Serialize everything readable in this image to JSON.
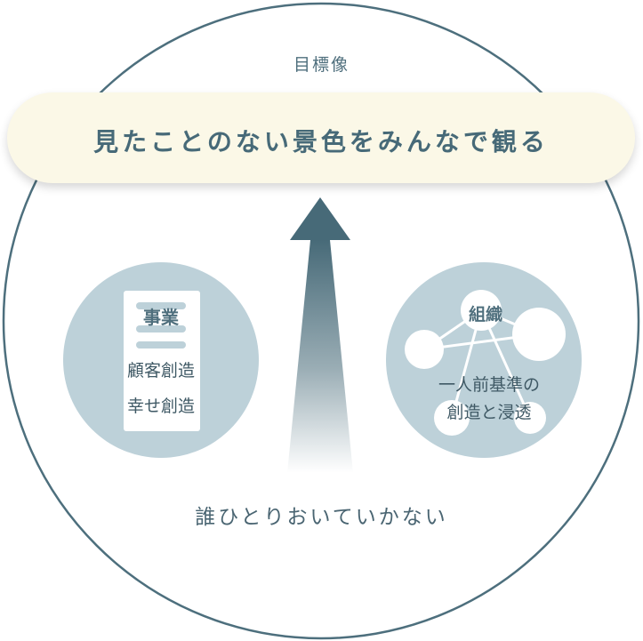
{
  "diagram": {
    "target_label": "目標像",
    "banner_text": "見たことのない景色をみんなで観る",
    "business": {
      "title": "事業",
      "lines": [
        "顧客創造",
        "幸せ創造"
      ]
    },
    "organization": {
      "title": "組織",
      "lines": [
        "一人前基準の",
        "創造と浸透"
      ]
    },
    "bottom_text": "誰ひとりおいていかない"
  },
  "colors": {
    "outer_circle_stroke": "#4d6f7d",
    "inner_circle_fill": "#bdd1d9",
    "banner_fill": "#fbf8e7",
    "arrow": "#476a78",
    "text": "#4a6572"
  }
}
